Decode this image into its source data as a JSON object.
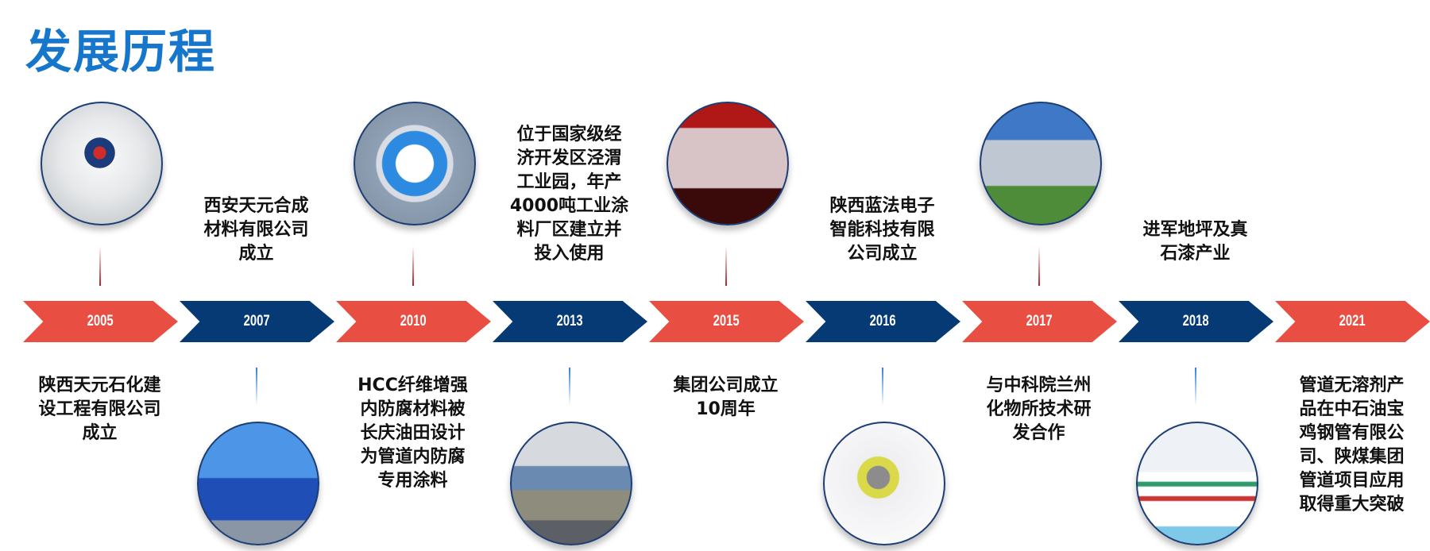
{
  "title": "发展历程",
  "colors": {
    "title": "#1576cc",
    "red": "#e94e42",
    "navy": "#063a74"
  },
  "items": [
    {
      "year": "2005",
      "color": "#e94e42",
      "position": "bottom",
      "image": "img-reception",
      "lines": [
        "陕西天元石化建",
        "设工程有限公司",
        "成立"
      ]
    },
    {
      "year": "2007",
      "color": "#063a74",
      "position": "top",
      "image": "img-office",
      "lines": [
        "西安天元合成",
        "材料有限公司",
        "成立"
      ]
    },
    {
      "year": "2010",
      "color": "#e94e42",
      "position": "bottom",
      "image": "img-pipe",
      "lines": [
        "HCC纤维增强",
        "内防腐材料被",
        "长庆油田设计",
        "为管道内防腐",
        "专用涂料"
      ]
    },
    {
      "year": "2013",
      "color": "#063a74",
      "position": "top",
      "image": "img-aerial",
      "lines": [
        "位于国家级经",
        "济开发区泾渭",
        "工业园，年产",
        "4000吨工业涂",
        "料厂区建立并",
        "投入使用"
      ]
    },
    {
      "year": "2015",
      "color": "#e94e42",
      "position": "bottom",
      "image": "img-stage",
      "lines": [
        "集团公司成立",
        "10周年"
      ]
    },
    {
      "year": "2016",
      "color": "#063a74",
      "position": "top",
      "image": "img-robot",
      "lines": [
        "陕西蓝法电子",
        "智能科技有限",
        "公司成立"
      ]
    },
    {
      "year": "2017",
      "color": "#e94e42",
      "position": "bottom",
      "image": "img-building",
      "lines": [
        "与中科院兰州",
        "化物所技术研",
        "发合作"
      ]
    },
    {
      "year": "2018",
      "color": "#063a74",
      "position": "top",
      "image": "img-showroom",
      "lines": [
        "进军地坪及真",
        "石漆产业"
      ]
    },
    {
      "year": "2021",
      "color": "#e94e42",
      "position": "bottom",
      "image": "",
      "lines": [
        "管道无溶剂产",
        "品在中石油宝",
        "鸡钢管有限公",
        "司、陕煤集团",
        "管道项目应用",
        "取得重大突破"
      ]
    }
  ]
}
